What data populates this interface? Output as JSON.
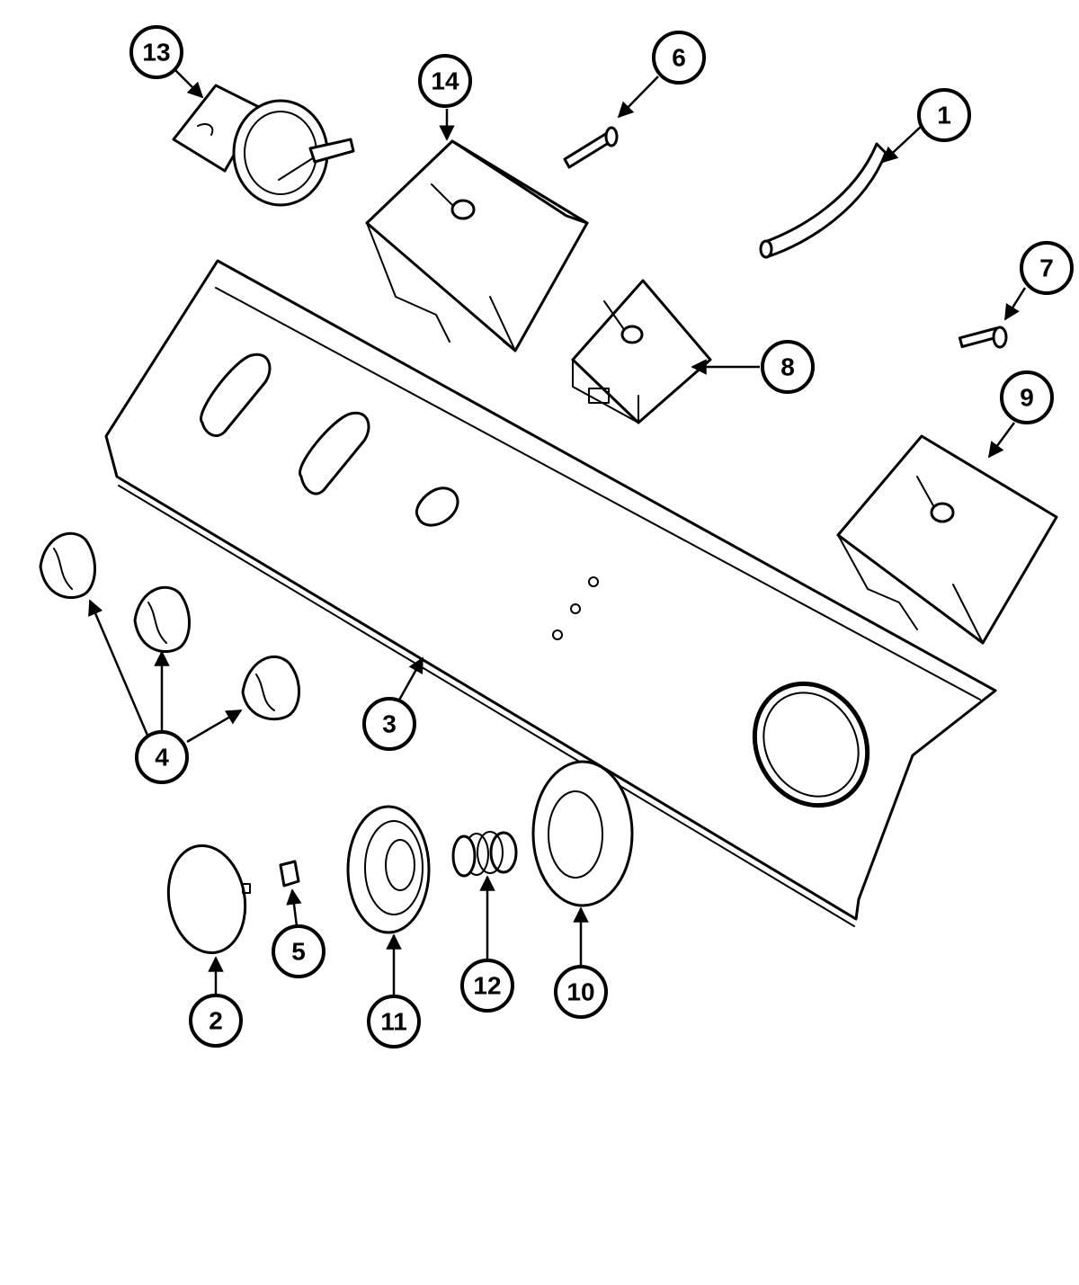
{
  "callouts": [
    {
      "id": "c13",
      "label": "13"
    },
    {
      "id": "c14",
      "label": "14"
    },
    {
      "id": "c6",
      "label": "6"
    },
    {
      "id": "c1",
      "label": "1"
    },
    {
      "id": "c7",
      "label": "7"
    },
    {
      "id": "c8",
      "label": "8"
    },
    {
      "id": "c9",
      "label": "9"
    },
    {
      "id": "c4",
      "label": "4"
    },
    {
      "id": "c3",
      "label": "3"
    },
    {
      "id": "c5",
      "label": "5"
    },
    {
      "id": "c2",
      "label": "2"
    },
    {
      "id": "c11",
      "label": "11"
    },
    {
      "id": "c12",
      "label": "12"
    },
    {
      "id": "c10",
      "label": "10"
    }
  ]
}
